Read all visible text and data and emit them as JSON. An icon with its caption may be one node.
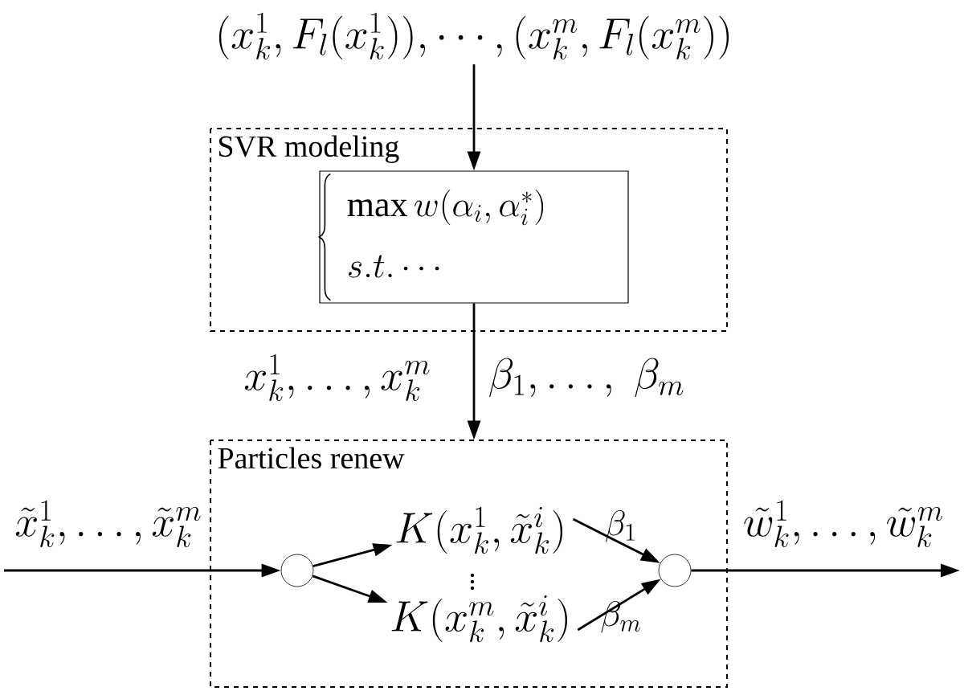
{
  "diagram": {
    "nodes": [
      {
        "text": [
          "(x_k^1,F_l(x_k^1)),\\cdots,(x_k^m,F_l(x_k^m))"
        ]
      },
      {
        "text": [
          "SVR modeling"
        ]
      },
      {
        "text": [
          "\\max w(\\alpha_i,\\alpha_i^{*})",
          "s.t.\\cdots"
        ],
        "in": 1
      },
      {
        "text": [
          "Particles renew"
        ]
      },
      {
        "text": [],
        "shape": "circle",
        "in": 3
      },
      {
        "text": [
          "K(x_k^1,\\tilde{x}_k^i)"
        ],
        "in": 3
      },
      {
        "text": [
          "K(x_k^m,\\tilde{x}_k^i)"
        ],
        "in": 3
      },
      {
        "text": [],
        "shape": "circle",
        "in": 3
      }
    ],
    "edges": [
      {
        "from": 0,
        "to": 2,
        "arrow": "to"
      },
      {
        "from": 2,
        "to": 3,
        "arrow": "to",
        "label": "x_k^1,\\ldots,x_k^m"
      },
      {
        "from": null,
        "to": 4,
        "arrow": "to",
        "label": "\\tilde{x}_k^1,\\ldots,\\tilde{x}_k^m"
      },
      {
        "from": 4,
        "to": 5,
        "arrow": "to"
      },
      {
        "from": 4,
        "to": 6,
        "arrow": "to"
      },
      {
        "from": 5,
        "to": 7,
        "arrow": "to",
        "label": "\\beta_1"
      },
      {
        "from": 6,
        "to": 7,
        "arrow": "to",
        "label": "\\beta_m"
      },
      {
        "from": 7,
        "to": null,
        "arrow": "to",
        "label": "\\tilde{w}_k^1,\\ldots,\\tilde{w}_k^m"
      }
    ],
    "labels": [
      "\\beta_1,\\ldots,\\;\\beta_m",
      "\\vdots"
    ]
  }
}
